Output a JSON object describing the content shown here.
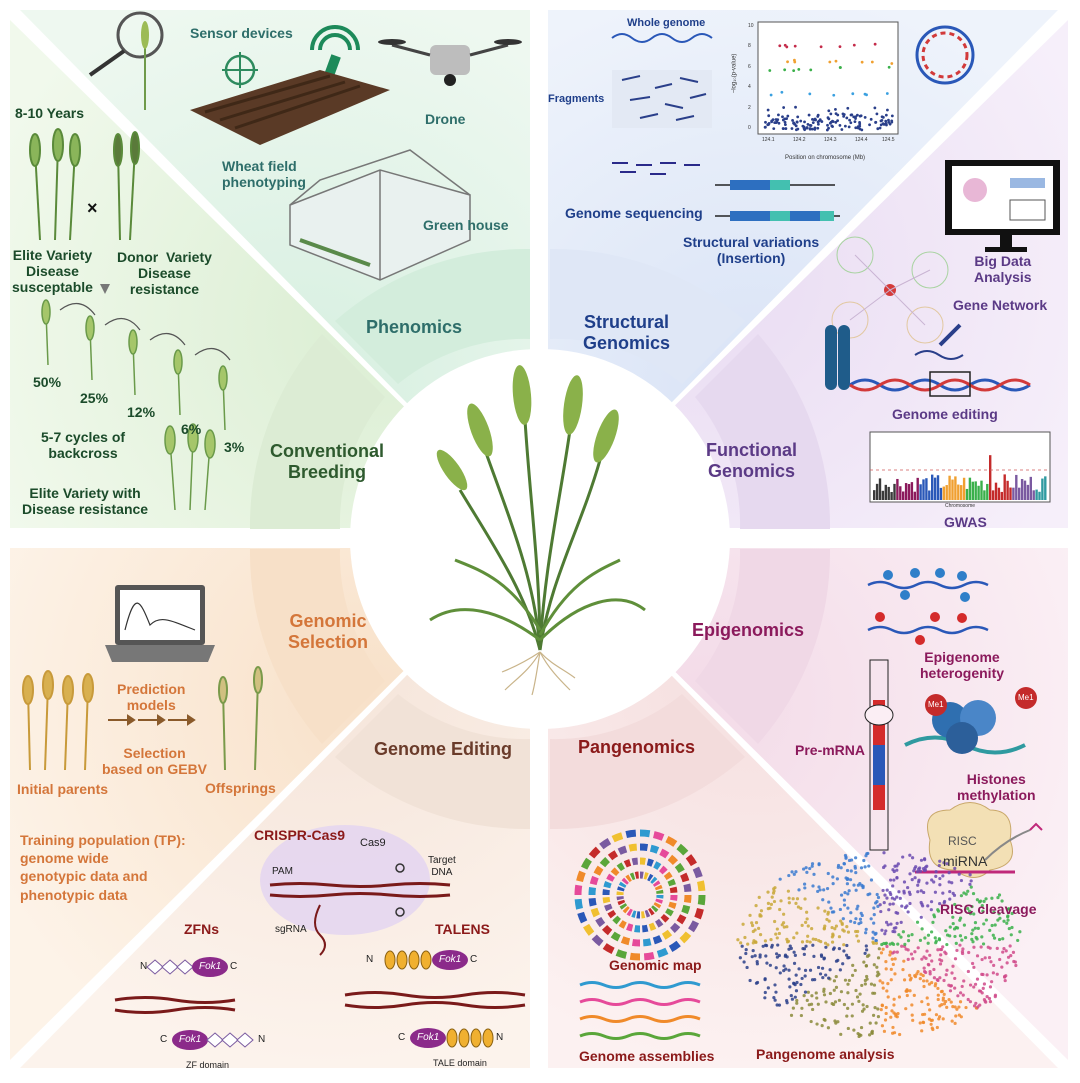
{
  "colors": {
    "phenomics": "#2e6e6a",
    "structural": "#1f3f8a",
    "functional": "#5b3a86",
    "epigenomics": "#8b1a5c",
    "pangenomics": "#8b1a1a",
    "genome_editing": "#6a3b2a",
    "genomic_selection": "#d4763a",
    "conventional": "#2e5a2e",
    "orange_text": "#d4763a",
    "dark_text": "#1b4b5a"
  },
  "segments": {
    "phenomics": "Phenomics",
    "structural": "Structural\nGenomics",
    "functional": "Functional\nGenomics",
    "epigenomics": "Epigenomics",
    "pangenomics": "Pangenomics",
    "genome_editing": "Genome Editing",
    "genomic_selection": "Genomic\nSelection",
    "conventional": "Conventional\nBreeding"
  },
  "phenomics": {
    "sensor": "Sensor devices",
    "drone": "Drone",
    "field": "Wheat field\nphenotyping",
    "greenhouse": "Green house"
  },
  "structural": {
    "whole_genome": "Whole genome",
    "fragments": "Fragments",
    "sequencing": "Genome sequencing",
    "sv": "Structural variations\n(Insertion)",
    "plot_xlabel": "Position on chromosome (Mb)",
    "plot_ylabel": "−log₁₀(p-value)",
    "plot_xticks": [
      "124.1",
      "124.2",
      "124.3",
      "124.4",
      "124.5"
    ],
    "plot_yticks": [
      "0",
      "2",
      "4",
      "6",
      "8",
      "10"
    ]
  },
  "functional": {
    "big_data": "Big Data\nAnalysis",
    "gene_network": "Gene Network",
    "genome_editing": "Genome editing",
    "gwas": "GWAS",
    "gwas_xlabel": "Chromosome"
  },
  "epigenomics": {
    "heterogeneity": "Epigenome\nheterogenity",
    "premrna": "Pre-mRNA",
    "histone": "Histones\nmethylation",
    "me1": "Me1",
    "risc": "RISC",
    "mirna": "miRNA",
    "cleavage": "RISC cleavage"
  },
  "pangenomics": {
    "genomic_map": "Genomic map",
    "assemblies": "Genome assemblies",
    "pangenome": "Pangenome analysis"
  },
  "editing": {
    "crispr": "CRISPR-Cas9",
    "cas9": "Cas9",
    "pam": "PAM",
    "target": "Target\nDNA",
    "sgrna": "sgRNA",
    "zfns": "ZFNs",
    "talens": "TALENS",
    "fok1": "Fok1",
    "zf_domain": "ZF domain",
    "tale_domain": "TALE domain",
    "n": "N",
    "c": "C"
  },
  "selection": {
    "prediction": "Prediction\nmodels",
    "gebv": "Selection\nbased on GEBV",
    "parents": "Initial parents",
    "offsprings": "Offsprings",
    "tp": "Training population (TP):\ngenome wide\ngenotypic data and\nphenotypic data"
  },
  "conventional": {
    "years": "8-10 Years",
    "cross": "×",
    "elite": "Elite Variety\nDisease\nsusceptable",
    "donor": "Donor  Variety\nDisease\nresistance",
    "p50": "50%",
    "p25": "25%",
    "p12": "12%",
    "p6": "6%",
    "p3": "3%",
    "cycles": "5-7 cycles of\nbackcross",
    "result": "Elite Variety with\nDisease resistance"
  }
}
